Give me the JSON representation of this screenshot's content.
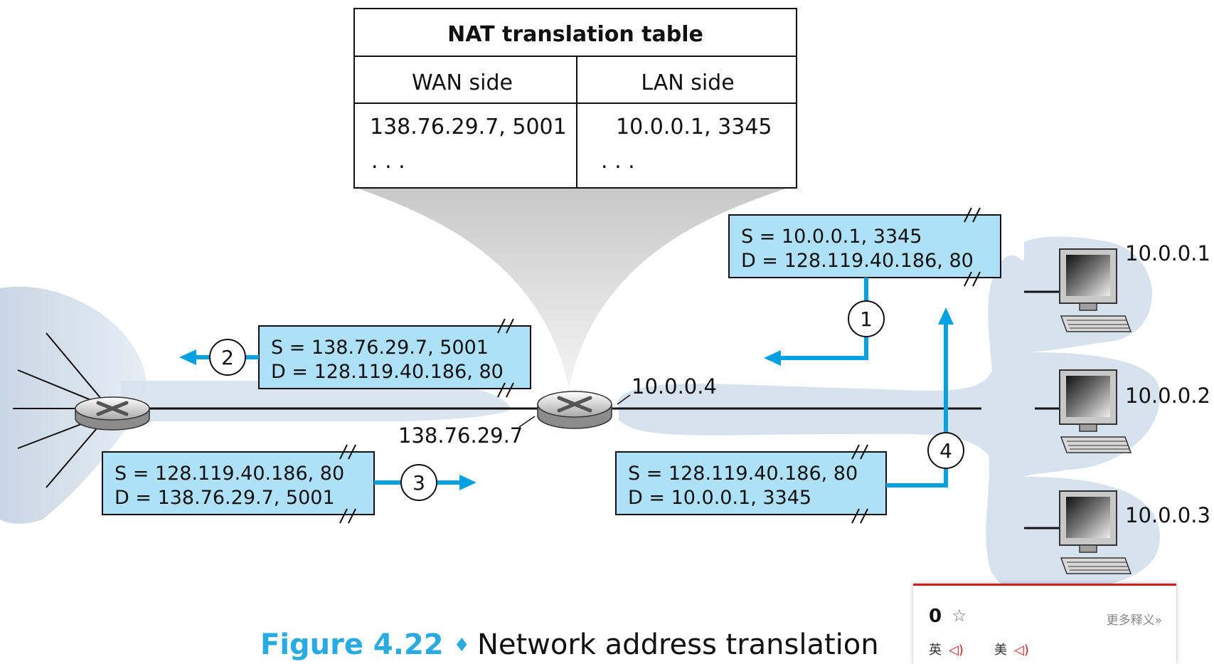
{
  "nat_table": {
    "title": "NAT translation table",
    "headers": [
      "WAN side",
      "LAN side"
    ],
    "row": {
      "wan": "138.76.29.7, 5001",
      "lan": "10.0.0.1, 3345"
    },
    "ellipsis": ". . ."
  },
  "packets": [
    {
      "id": "1",
      "src": "S = 10.0.0.1, 3345",
      "dst": "D = 128.119.40.186, 80"
    },
    {
      "id": "2",
      "src": "S = 138.76.29.7, 5001",
      "dst": "D = 128.119.40.186, 80"
    },
    {
      "id": "3",
      "src": "S = 128.119.40.186, 80",
      "dst": "D = 138.76.29.7, 5001"
    },
    {
      "id": "4",
      "src": "S = 128.119.40.186, 80",
      "dst": "D = 10.0.0.1, 3345"
    }
  ],
  "addresses": {
    "router_lan": "10.0.0.4",
    "router_wan": "138.76.29.7",
    "host1": "10.0.0.1",
    "host2": "10.0.0.2",
    "host3": "10.0.0.3"
  },
  "caption": {
    "figure": "Figure 4.22",
    "diamond": "♦",
    "text": "Network address translation"
  },
  "dictionary_popup": {
    "word": "0",
    "more": "更多释义»",
    "uk": "英",
    "us": "美"
  },
  "colors": {
    "packet_fill": "#aee1f7",
    "arrow": "#00a1e0",
    "network_cloud": "#d6e2ee",
    "circle_stroke": "#000000"
  }
}
